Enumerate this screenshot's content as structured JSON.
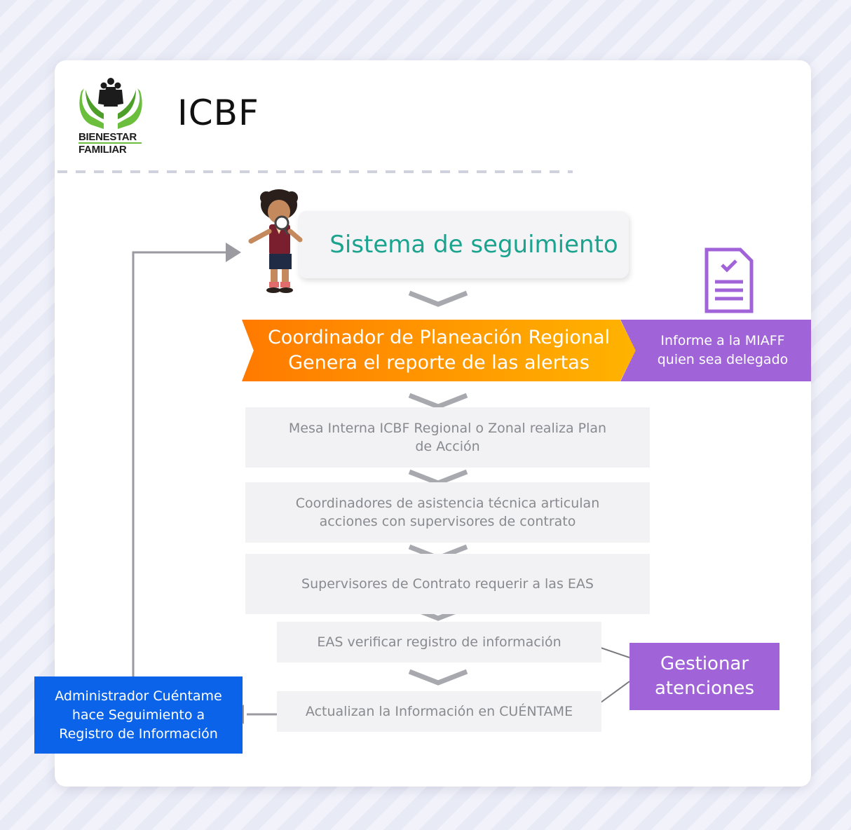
{
  "header": {
    "logo_line1": "BIENESTAR",
    "logo_line2": "FAMILIAR",
    "brand": "ICBF"
  },
  "system": {
    "title": "Sistema de seguimiento"
  },
  "coordinator": {
    "line1": "Coordinador de Planeación Regional",
    "line2": "Genera el reporte de las alertas"
  },
  "report": {
    "line1": "Informe a la MIAFF",
    "line2": "quien sea delegado"
  },
  "steps": {
    "mesa": {
      "line1": "Mesa Interna ICBF Regional o Zonal realiza Plan",
      "line2": "de Acción"
    },
    "coordinadores": {
      "line1": "Coordinadores de asistencia técnica articulan",
      "line2": "acciones con supervisores de contrato"
    },
    "supervisores": "Supervisores de Contrato requerir a las EAS",
    "eas": "EAS verificar registro de información",
    "actualizan": "Actualizan la Información en CUÉNTAME"
  },
  "manage": {
    "line1": "Gestionar",
    "line2": "atenciones"
  },
  "admin": {
    "line1": "Administrador Cuéntame",
    "line2": "hace Seguimiento a",
    "line3": "Registro de Información"
  },
  "colors": {
    "teal": "#1aa38f",
    "orange": "#ff8a00",
    "purple": "#a064d8",
    "blue": "#0a63e8",
    "logo_green": "#6bbf3c"
  }
}
